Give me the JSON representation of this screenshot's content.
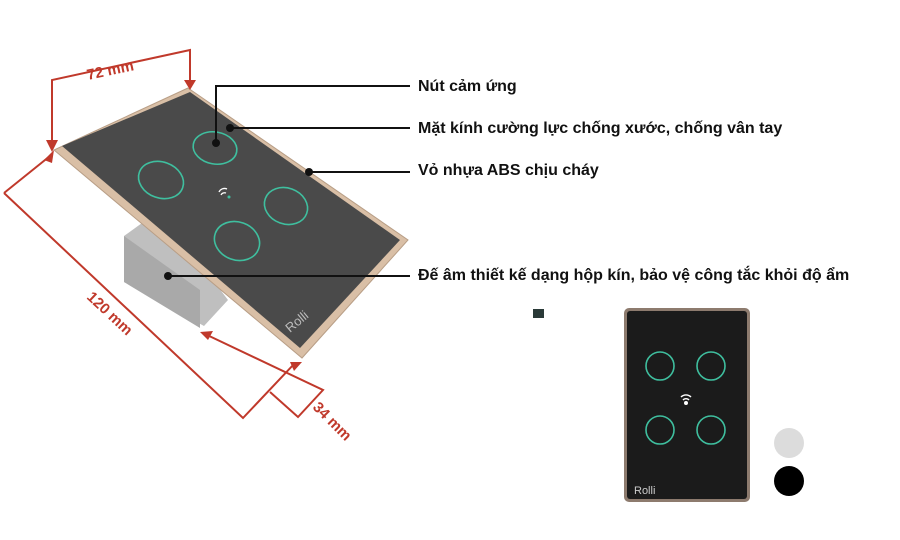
{
  "dimensions": {
    "width": "72 mm",
    "length": "120 mm",
    "depth": "34 mm"
  },
  "callouts": [
    {
      "label": "Nút cảm ứng"
    },
    {
      "label": "Mặt kính cường lực chống xước, chống vân tay"
    },
    {
      "label": "Vỏ nhựa ABS chịu cháy"
    },
    {
      "label": "Đế âm thiết kế dạng hộp kín, bảo vệ công tắc khỏi độ ẩm"
    }
  ],
  "brand_logo": "Rolli",
  "color_options": [
    {
      "name": "white",
      "hex": "#dcdcdc"
    },
    {
      "name": "black",
      "hex": "#000000"
    }
  ],
  "colors": {
    "dimension_lines": "#c0392b",
    "button_ring": "#3fbf9f",
    "frame": "#d9bfa6"
  }
}
